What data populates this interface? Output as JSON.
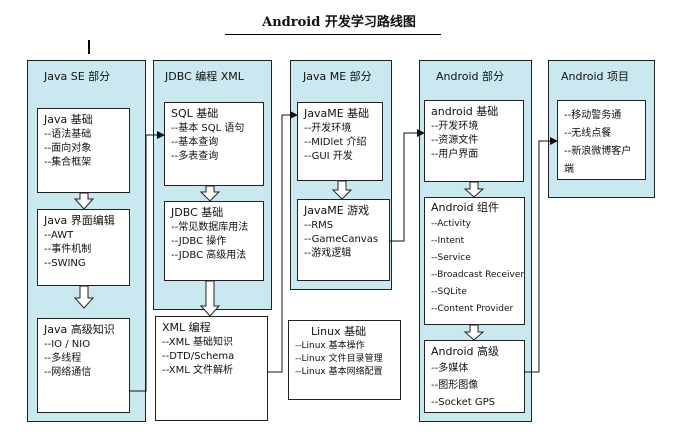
{
  "title": "Android 开发学习路线图",
  "columns": [
    {
      "id": "javase",
      "label": "Java SE 部分"
    },
    {
      "id": "jdbc",
      "label": "JDBC 编程 XML"
    },
    {
      "id": "javame",
      "label": "Java ME  部分"
    },
    {
      "id": "android",
      "label": "Android  部分"
    },
    {
      "id": "project",
      "label": "Android  项目"
    }
  ],
  "boxes": {
    "java_basics": {
      "title": "Java 基础",
      "items": [
        "--语法基础",
        "--面向对象",
        "--集合框架"
      ]
    },
    "java_gui": {
      "title": "Java 界面编辑",
      "items": [
        "--AWT",
        "--事件机制",
        "--SWING"
      ]
    },
    "java_advanced": {
      "title": "Java 高级知识",
      "items": [
        "--IO / NIO",
        "--多线程",
        "--网络通信"
      ]
    },
    "sql_basics": {
      "title": "SQL 基础",
      "items": [
        "--基本 SQL 语句",
        "--基本查询",
        "--多表查询"
      ]
    },
    "jdbc_basics": {
      "title": "JDBC 基础",
      "items": [
        "--常见数据库用法",
        "--JDBC 操作",
        "--JDBC 高级用法"
      ]
    },
    "xml": {
      "title": "XML 编程",
      "items": [
        "--XML 基础知识",
        "--DTD/Schema",
        "--XML 文件解析"
      ]
    },
    "javame_basics": {
      "title": "JavaME 基础",
      "items": [
        "--开发环境",
        "--MIDlet 介绍",
        "--GUI 开发"
      ]
    },
    "javame_games": {
      "title": "JavaME 游戏",
      "items": [
        "--RMS",
        "--GameCanvas",
        "--游戏逻辑"
      ]
    },
    "linux": {
      "title": "Linux 基础",
      "items": [
        "--Linux 基本操作",
        "--Linux 文件目录管理",
        "--Linux 基本网络配置"
      ]
    },
    "android_basics": {
      "title": "android 基础",
      "items": [
        "--开发环境",
        "--资源文件",
        "--用户界面"
      ]
    },
    "android_components": {
      "title": "Android 组件",
      "items": [
        "--Activity",
        "--Intent",
        "--Service",
        "--Broadcast Receiver",
        "--SQLite",
        "--Content Provider"
      ]
    },
    "android_advanced": {
      "title": "Android 高级",
      "items": [
        "--多媒体",
        "--图形图像",
        "--Socket GPS"
      ]
    },
    "projects": {
      "title": "",
      "items": [
        "--移动警务通",
        "--无线点餐",
        "--新浪微博客户",
        "端"
      ]
    }
  }
}
